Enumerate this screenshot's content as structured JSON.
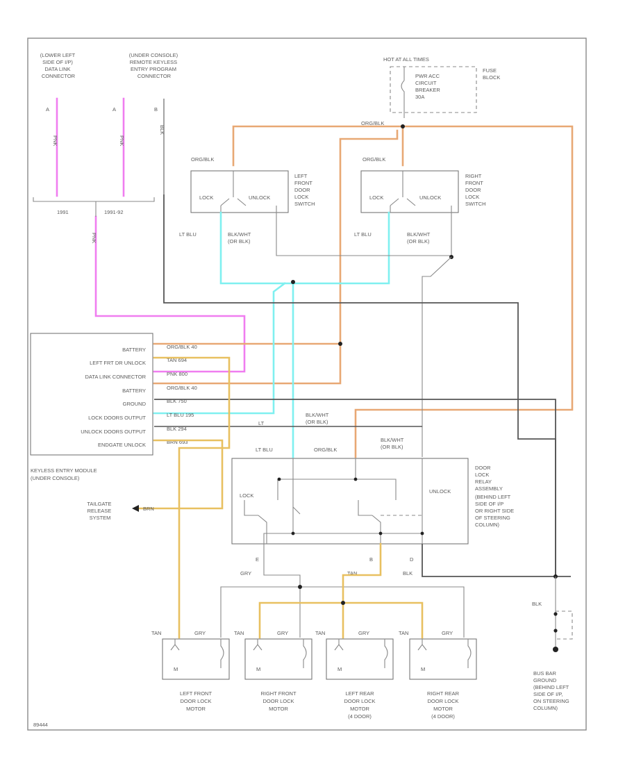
{
  "colors": {
    "pink": "#f07df0",
    "orange": "#e8a874",
    "cyan": "#7ff0f0",
    "tan": "#e8c060",
    "dark": "#555555",
    "gray": "#aaaaaa",
    "frame": "#888888"
  },
  "labels": {
    "dlc_location": [
      "(LOWER LEFT",
      "SIDE OF I/P)",
      "DATA LINK",
      "CONNECTOR"
    ],
    "remote_location": [
      "(UNDER CONSOLE)",
      "REMOTE KEYLESS",
      "ENTRY PROGRAM",
      "CONNECTOR"
    ],
    "pin_a": "A",
    "pin_a2": "A",
    "pin_b": "B",
    "wire_pnk": "PNK",
    "wire_pnk2": "PNK",
    "wire_blk": "BLK",
    "wire_pnk3": "PNK",
    "year_1": "1991",
    "year_2": "1991-92",
    "hot_at_all_times": "HOT AT ALL TIMES",
    "breaker": [
      "PWR ACC",
      "CIRCUIT",
      "BREAKER",
      "30A"
    ],
    "fuse_block": [
      "FUSE",
      "BLOCK"
    ],
    "org_blk_top": "ORG/BLK",
    "org_blk_left": "ORG/BLK",
    "org_blk_right": "ORG/BLK",
    "left_switch": [
      "LEFT",
      "FRONT",
      "DOOR",
      "LOCK",
      "SWITCH"
    ],
    "right_switch": [
      "RIGHT",
      "FRONT",
      "DOOR",
      "LOCK",
      "SWITCH"
    ],
    "lock": "LOCK",
    "unlock": "UNLOCK",
    "lock_r": "LOCK",
    "unlock_r": "UNLOCK",
    "lt_blu_l": "LT BLU",
    "blk_wht_l": [
      "BLK/WHT",
      "(OR BLK)"
    ],
    "lt_blu_r": "LT BLU",
    "blk_wht_r": [
      "BLK/WHT",
      "(OR BLK)"
    ],
    "module_pins": [
      "BATTERY",
      "LEFT FRT DR UNLOCK",
      "DATA LINK CONNECTOR",
      "BATTERY",
      "GROUND",
      "LOCK DOORS OUTPUT",
      "UNLOCK DOORS OUTPUT",
      "ENDGATE UNLOCK"
    ],
    "module_wires": [
      "ORG/BLK 40",
      "TAN 694",
      "PNK 800",
      "ORG/BLK 40",
      "BLK 750",
      "LT BLU 195",
      "BLK 294",
      "BRN 693"
    ],
    "module_name": [
      "KEYLESS ENTRY MODULE",
      "(UNDER CONSOLE)"
    ],
    "lt_small": "LT",
    "blk_wht_mid": [
      "BLK/WHT",
      "(OR BLK)"
    ],
    "relay_lt_blu": "LT BLU",
    "relay_org_blk": "ORG/BLK",
    "relay_blk_wht": [
      "BLK/WHT",
      "(OR BLK)"
    ],
    "relay_lock": "LOCK",
    "relay_unlock": "UNLOCK",
    "relay_desc": [
      "DOOR",
      "LOCK",
      "RELAY",
      "ASSEMBLY",
      "(BEHIND LEFT",
      "SIDE OF I/P",
      "OR RIGHT SIDE",
      "OF STEERING",
      "COLUMN)"
    ],
    "tailgate": [
      "TAILGATE",
      "RELEASE",
      "SYSTEM"
    ],
    "brn": "BRN",
    "relay_pin_e": "E",
    "relay_pin_b": "B",
    "relay_pin_d": "D",
    "gry": "GRY",
    "tan_mid": "TAN",
    "blk_out": "BLK",
    "blk_gnd": "BLK",
    "motor_tan": [
      "TAN",
      "TAN",
      "TAN",
      "TAN"
    ],
    "motor_gry": [
      "GRY",
      "GRY",
      "GRY",
      "GRY"
    ],
    "motor_names": [
      [
        "LEFT FRONT",
        "DOOR LOCK",
        "MOTOR"
      ],
      [
        "RIGHT FRONT",
        "DOOR LOCK",
        "MOTOR"
      ],
      [
        "LEFT REAR",
        "DOOR LOCK",
        "MOTOR",
        "(4 DOOR)"
      ],
      [
        "RIGHT REAR",
        "DOOR LOCK",
        "MOTOR",
        "(4 DOOR)"
      ]
    ],
    "motor_symbol": "M",
    "ground": [
      "BUS BAR",
      "GROUND",
      "(BEHIND LEFT",
      "SIDE OF I/P,",
      "ON STEERING",
      "COLUMN)"
    ],
    "corner_code": "89444"
  }
}
